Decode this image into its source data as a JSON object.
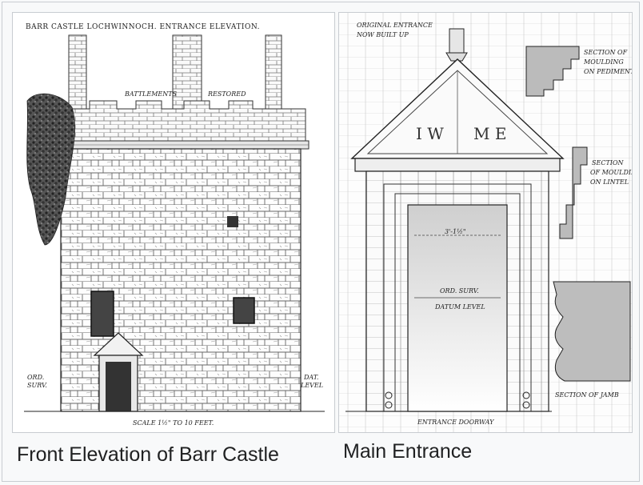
{
  "left_figure": {
    "header": "BARR CASTLE LOCHWINNOCH.   ENTRANCE ELEVATION.",
    "battlements_label": "BATTLEMENTS",
    "restored_label": "RESTORED",
    "ord_surv_label_left_1": "ORD.",
    "ord_surv_label_left_2": "SURV.",
    "dat_level_label_1": "DAT.",
    "dat_level_label_2": "LEVEL",
    "scale_label": "SCALE 1½\" TO 10 FEET.",
    "caption": "Front Elevation of Barr Castle"
  },
  "right_figure": {
    "original_entrance_1": "ORIGINAL ENTRANCE",
    "original_entrance_2": "NOW BUILT UP",
    "initials_left": "I W",
    "initials_right": "M E",
    "section_pediment_1": "SECTION OF",
    "section_pediment_2": "MOULDING",
    "section_pediment_3": "ON PEDIMENT",
    "section_lintel_1": "SECTION",
    "section_lintel_2": "OF MOULDING",
    "section_lintel_3": "ON LINTEL",
    "width_dim": "3'-1½\"",
    "ord_surv_1": "ORD. SURV.",
    "ord_surv_2": "DATUM LEVEL",
    "section_jamb": "SECTION OF JAMB",
    "entrance_doorway": "ENTRANCE DOORWAY",
    "caption": "Main Entrance"
  }
}
